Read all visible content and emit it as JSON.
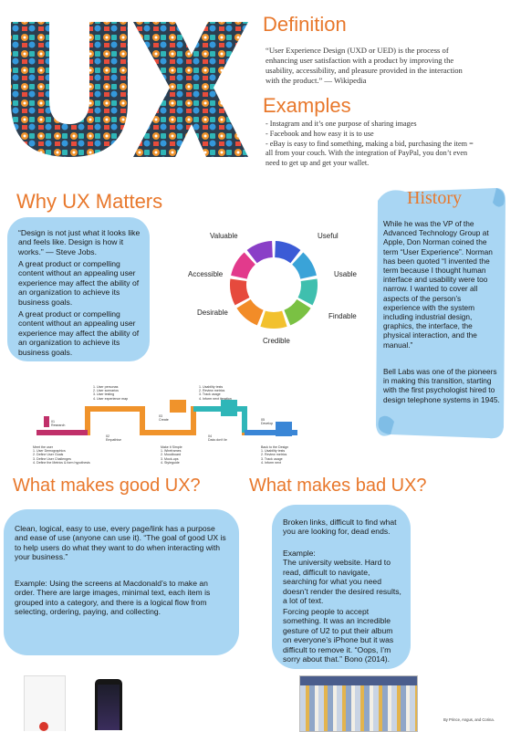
{
  "definition": {
    "heading": "Definition",
    "text": "“User Experience Design (UXD or UED) is the process of enhancing user satisfaction with a product by improving the usability, accessibility, and pleasure provided in the interaction with the product.” — Wikipedia"
  },
  "examples": {
    "heading": "Examples",
    "items": [
      "- Instagram and it’s one purpose of sharing images",
      "- Facebook and how easy it is to use",
      "- eBay is easy to find something, making a bid, purchasing the item = all from your couch. With the integration of PayPal, you don’t even need to get up and get your wallet."
    ]
  },
  "why_ux": {
    "heading": "Why UX Matters",
    "quote": "“Design is not just what it looks like and feels like. Design is how it works.” — Steve Jobs.",
    "para1": "A great product or compelling content without an appealing user experience may affect the ability of an organization to achieve its business goals.",
    "para2": "A great product or compelling content without an appealing user experience may affect the ability of an organization to achieve its business goals."
  },
  "honeycomb": {
    "labels": [
      "Valuable",
      "Useful",
      "Accessible",
      "Usable",
      "Desirable",
      "Findable",
      "Credible"
    ],
    "colors": [
      "#3b5bd6",
      "#3aa3d8",
      "#3fbfae",
      "#7ac143",
      "#f2c12e",
      "#f28c28",
      "#e64a3d",
      "#e23a8c",
      "#8a3fc7"
    ]
  },
  "history": {
    "heading": "History",
    "para1": "While he was the VP of the Advanced Technology Group at Apple, Don Norman coined the term “User Experience”. Norman has been quoted “I invented the term because I thought human interface and usability were too narrow. I wanted to cover all aspects of the person’s experience with the system including industrial design, graphics, the interface, the physical interaction, and the manual.”",
    "para2": "Bell Labs was one of the pioneers in making this transition, starting with the first psychologist hired to design telephone systems in 1945."
  },
  "process": {
    "steps": [
      {
        "num": "01",
        "label": "Research",
        "color": "#c0306a"
      },
      {
        "num": "02",
        "label": "Empathise",
        "color": "#f0932b"
      },
      {
        "num": "03",
        "label": "Create",
        "color": "#f0932b"
      },
      {
        "num": "04",
        "label": "Data don't lie",
        "color": "#2fb6b8"
      },
      {
        "num": "05",
        "label": "Develop",
        "color": "#3a86d6"
      }
    ],
    "top_notes": [
      [
        "1. User personas",
        "2. User scenarios",
        "3. User testing",
        "4. User experience map"
      ],
      [
        "1. Usability tests",
        "2. Review metrics",
        "3. Track usage",
        "4. Inform next iteration"
      ]
    ],
    "bottom_notes": [
      [
        "Meet the user",
        "1. User Demographics",
        "2. Define User Goals",
        "3. Define User Challenges",
        "4. Define the Metrics & form hypothesis"
      ],
      [
        "Make it Simple",
        "1. Wireframes",
        "2. Moodboard",
        "3. Mock-ups",
        "4. Styleguide"
      ],
      [
        "Back to the Design",
        "1. Usability tests",
        "2. Review metrics",
        "3. Track usage",
        "4. Inform next"
      ]
    ]
  },
  "good_ux": {
    "heading": "What makes good UX?",
    "para1": "Clean, logical, easy to use, every page/link has a purpose and ease of use (anyone can use it). “The goal of good UX is to help users do what they want to do when interacting with your business.”",
    "para2": "Example: Using the screens at Macdonald’s to make an order. There are large images, minimal text, each item is grouped into a category, and there is a logical flow from selecting, ordering, paying, and collecting."
  },
  "bad_ux": {
    "heading": "What makes bad UX?",
    "para1": "Broken links, difficult to find what you are looking for, dead ends.",
    "para2": "Example:\nThe university website. Hard to read, difficult to navigate, searching for what you need doesn’t render the desired results, a lot of text.",
    "para3": "Forcing people to accept something. It was an incredible gesture of U2 to put their album on everyone’s iPhone but it was difficult to remove it. “Oops, I’m sorry about that.” Bono (2014)."
  },
  "credit": "By Prince, Angus, and Corina."
}
